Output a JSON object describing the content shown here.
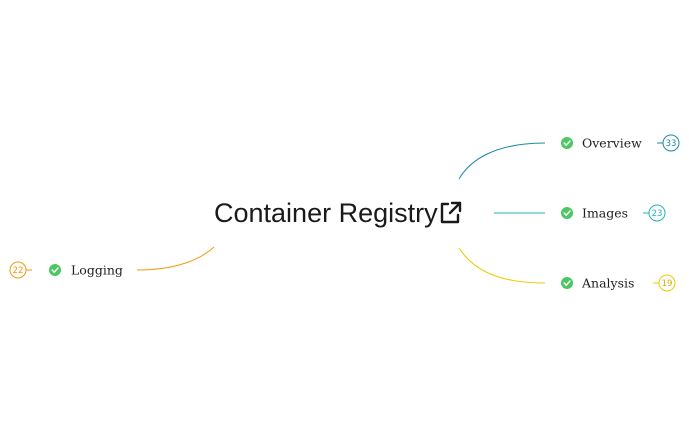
{
  "center": {
    "title": "Container Registry",
    "icon": "external-link-icon"
  },
  "branches": [
    {
      "id": "overview",
      "label": "Overview",
      "count": "33",
      "color": "#1b8aa6",
      "status": "done"
    },
    {
      "id": "images",
      "label": "Images",
      "count": "23",
      "color": "#1fb3bf",
      "status": "done"
    },
    {
      "id": "analysis",
      "label": "Analysis",
      "count": "19",
      "color": "#f2c800",
      "status": "done"
    },
    {
      "id": "logging",
      "label": "Logging",
      "count": "22",
      "color": "#f29a0d",
      "status": "done"
    }
  ],
  "colors": {
    "check": "#4cc763",
    "text": "#1f1f1f"
  }
}
